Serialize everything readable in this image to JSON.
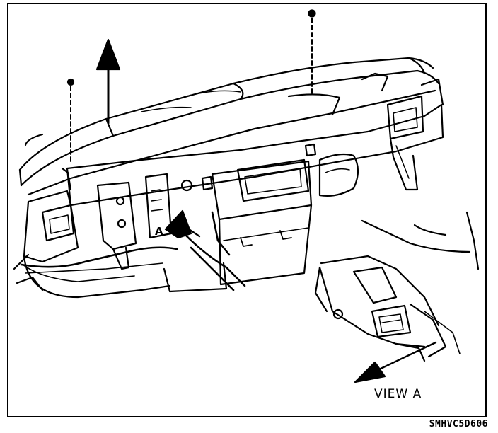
{
  "diagram": {
    "callout_letter": "A",
    "view_label": "VIEW A",
    "figure_code": "SMHVC5D606",
    "colors": {
      "ink": "#000000",
      "paper": "#ffffff"
    },
    "icons": [
      "up-arrow-icon",
      "screw-icon",
      "pointer-arrow-icon"
    ]
  }
}
